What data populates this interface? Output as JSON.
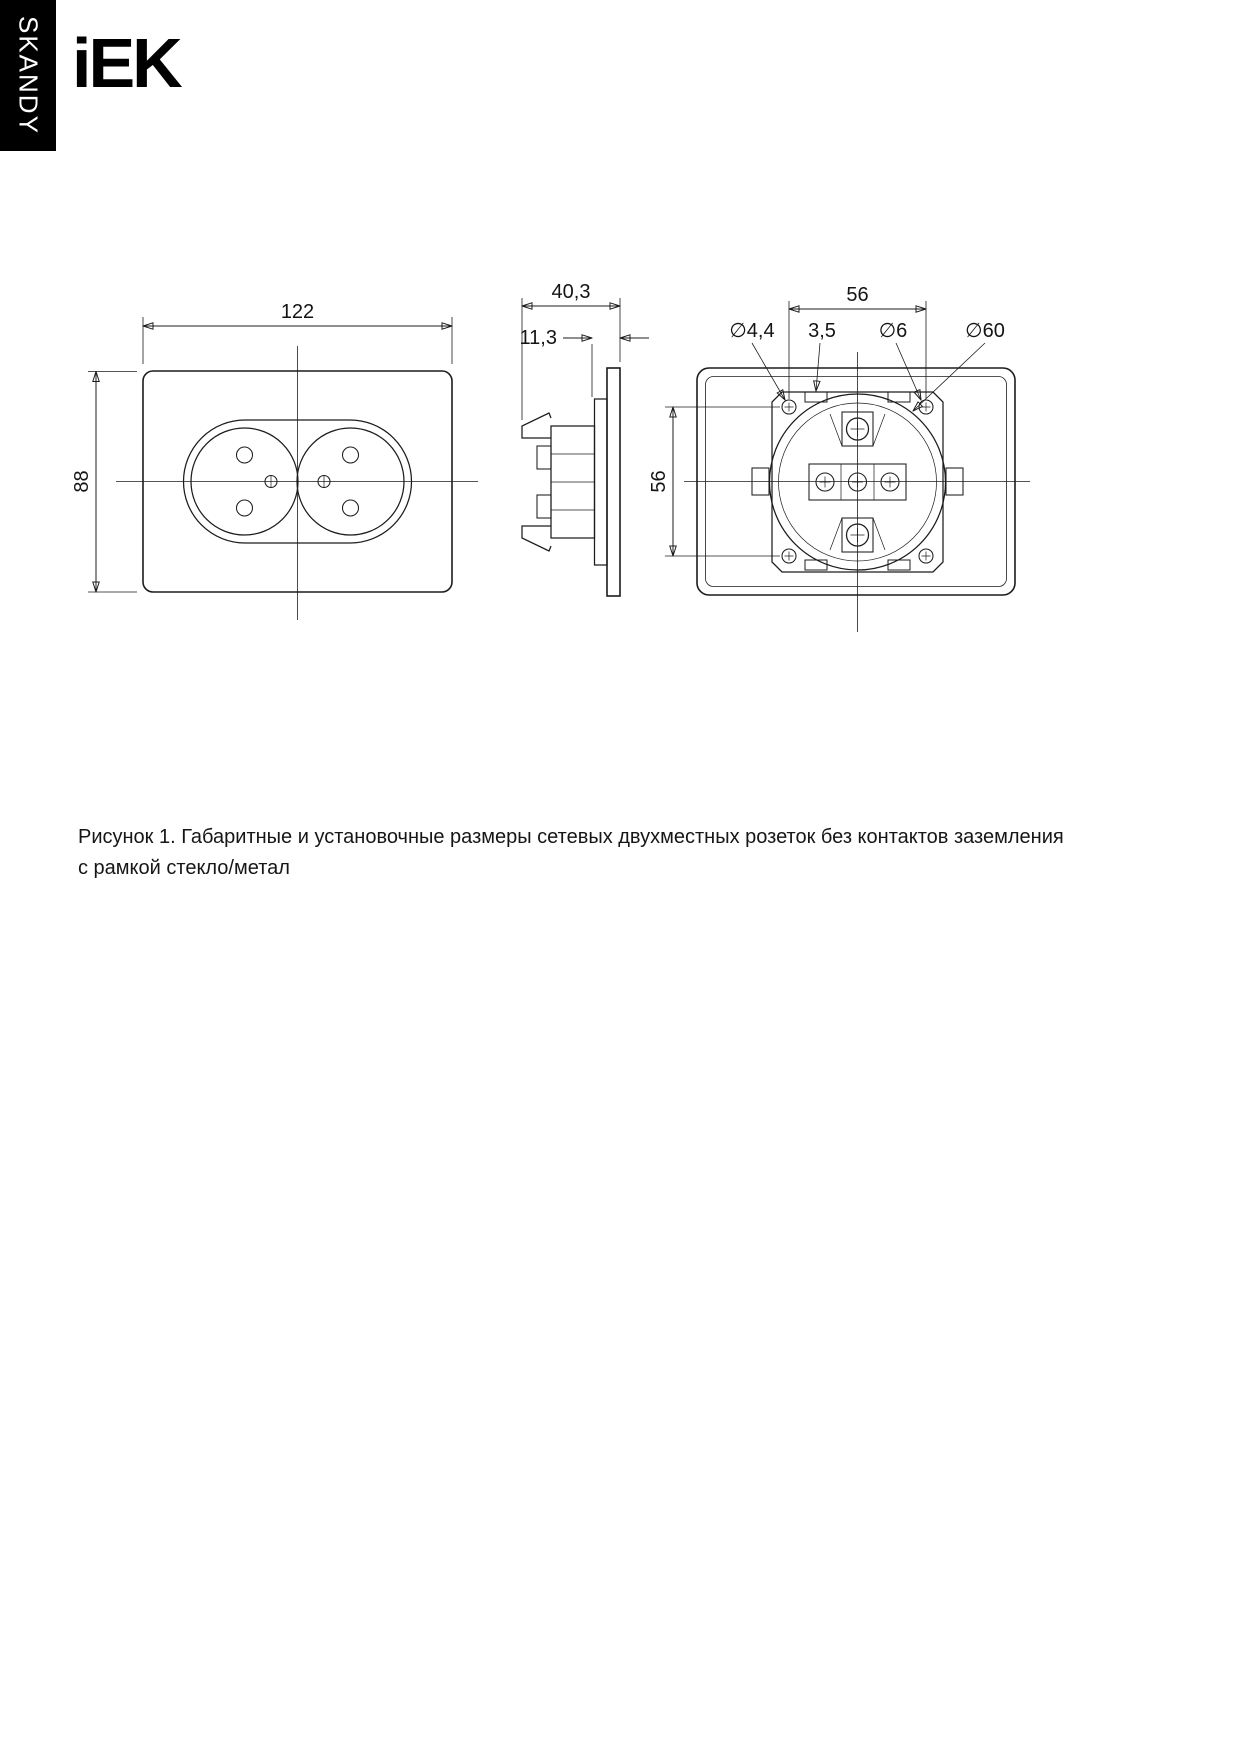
{
  "page": {
    "sidebar_label": "SKANDY",
    "logo_text": "iEK",
    "background_color": "#ffffff",
    "line_color": "#1c1c1c",
    "sidebar_color": "#000000"
  },
  "figure": {
    "caption": "Рисунок 1. Габаритные и установочные размеры сетевых двухместных розеток без контактов заземления с рамкой стекло/метал"
  },
  "dims": {
    "front_width": "122",
    "front_height": "88",
    "side_depth": "40,3",
    "side_frame_depth": "11,3",
    "back_spacing_h": "56",
    "back_spacing_v": "56",
    "mount_hole": "∅4,4",
    "slot": "3,5",
    "screw_hole": "∅6",
    "mech_circle": "∅60"
  }
}
